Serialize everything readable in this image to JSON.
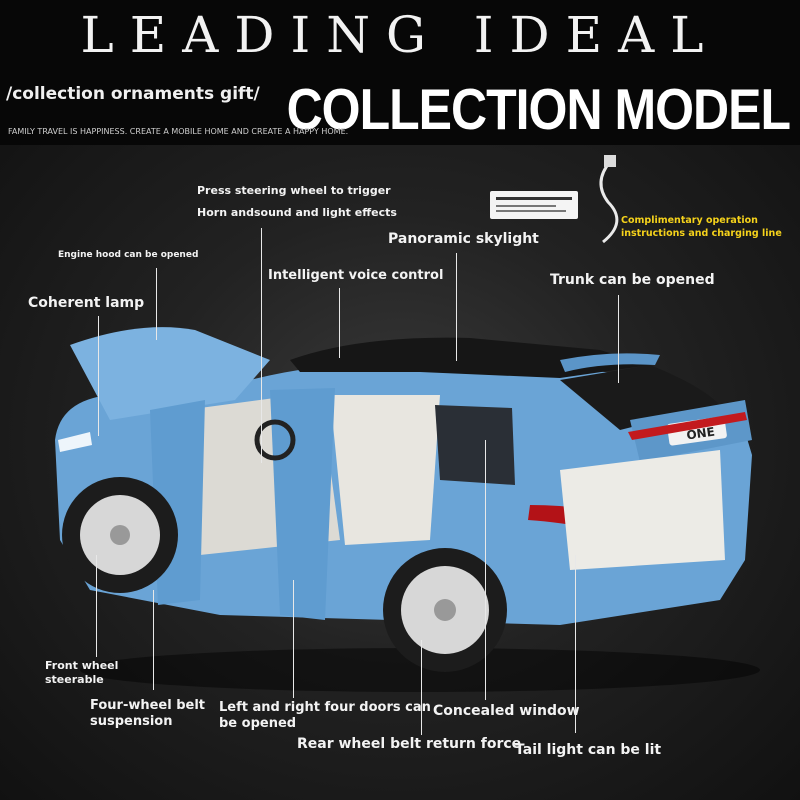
{
  "header": {
    "title": "LEADING IDEAL",
    "tagline": "/collection ornaments gift/",
    "model_title": "COLLECTION MODEL",
    "subline": "FAMILY TRAVEL IS HAPPINESS. CREATE A MOBILE HOME AND CREATE A HAPPY HOME."
  },
  "plate_text": "ONE",
  "callouts": {
    "steering_1": "Press steering wheel to trigger",
    "steering_2": "Horn andsound and light effects",
    "engine_hood": "Engine hood can be opened",
    "coherent_lamp": "Coherent lamp",
    "voice_control": "Intelligent voice control",
    "skylight": "Panoramic skylight",
    "trunk": "Trunk can be opened",
    "complimentary_1": "Complimentary operation",
    "complimentary_2": "instructions and charging line",
    "front_wheel_1": "Front wheel",
    "front_wheel_2": "steerable",
    "suspension_1": "Four-wheel belt",
    "suspension_2": "suspension",
    "doors_1": "Left and right four doors can",
    "doors_2": "be opened",
    "concealed_window": "Concealed window",
    "rear_wheel": "Rear wheel belt return force",
    "tail_light": "Tail light can be lit"
  }
}
